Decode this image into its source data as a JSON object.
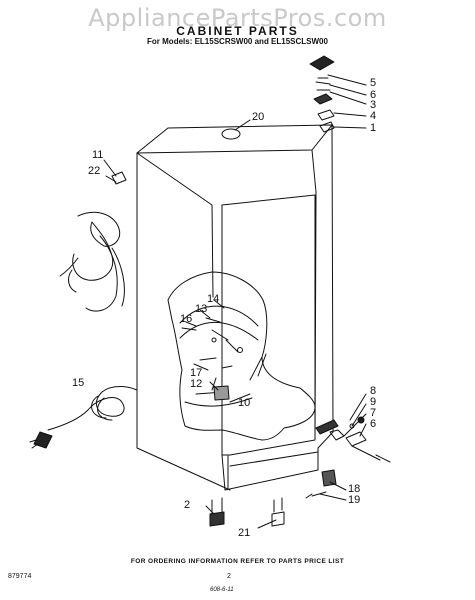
{
  "watermark": "AppliancePartsPros.com",
  "title": "CABINET PARTS",
  "models": "For Models: EL15SCRSW00 and EL15SCLSW00",
  "footer": "FOR ORDERING INFORMATION REFER TO PARTS PRICE LIST",
  "doc_number": "879774",
  "page_number": "2",
  "small_note": "608-6-11",
  "callouts": {
    "c1": "1",
    "c2": "2",
    "c3": "3",
    "c4": "4",
    "c5": "5",
    "c6a": "6",
    "c6b": "6",
    "c7": "7",
    "c8": "8",
    "c9": "9",
    "c10": "10",
    "c11": "11",
    "c12": "12",
    "c13": "13",
    "c14": "14",
    "c15": "15",
    "c16": "16",
    "c17": "17",
    "c18": "18",
    "c19": "19",
    "c20": "20",
    "c21": "21",
    "c22": "22"
  }
}
